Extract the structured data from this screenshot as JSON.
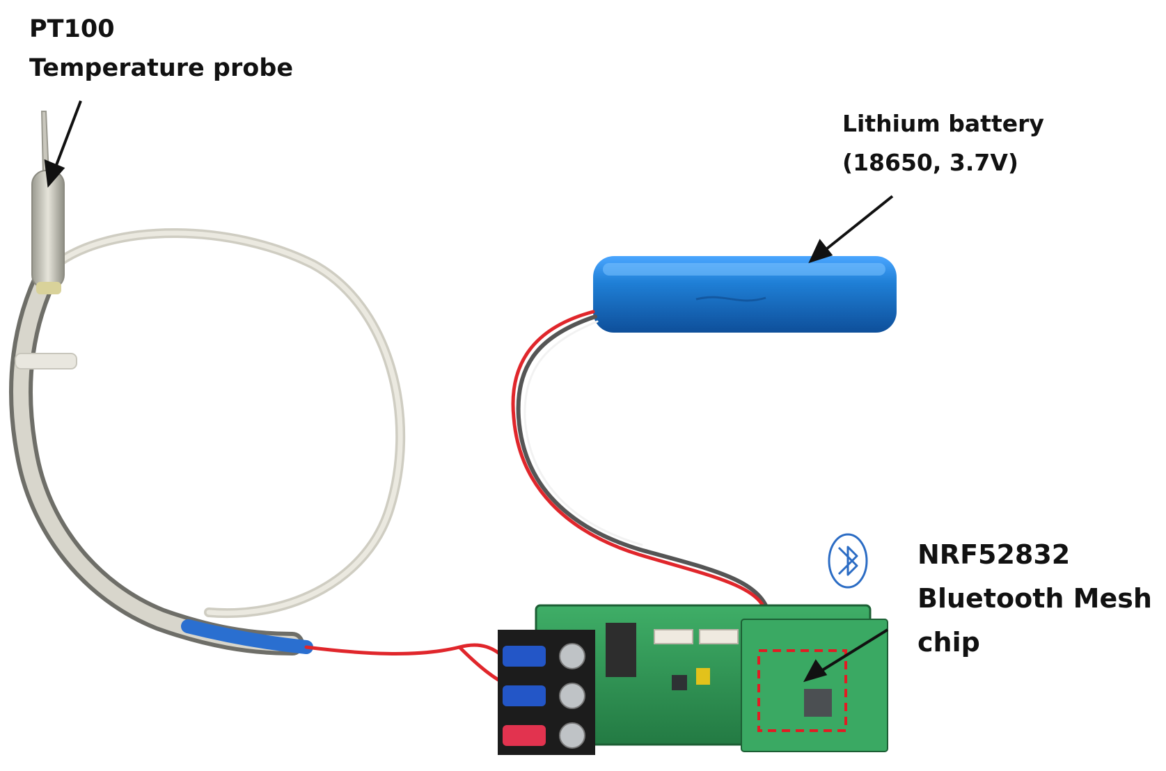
{
  "labels": {
    "probe": {
      "line1": "PT100",
      "line2": "Temperature probe"
    },
    "battery": {
      "line1": "Lithium battery",
      "line2": "(18650, 3.7V)"
    },
    "chip": {
      "line1": "NRF52832",
      "line2": "Bluetooth Mesh",
      "line3": "chip"
    }
  },
  "icons": {
    "bluetooth": "bluetooth-icon"
  },
  "colors": {
    "battery_blue": "#1f7fd6",
    "pcb_green": "#2f9a58",
    "wire_red": "#e0262b",
    "cable_sheath": "#d8d6cc",
    "heat_shrink_blue": "#2a6fd0",
    "highlight_dash": "#e31b23",
    "bluetooth_outline": "#2b6cc4"
  }
}
